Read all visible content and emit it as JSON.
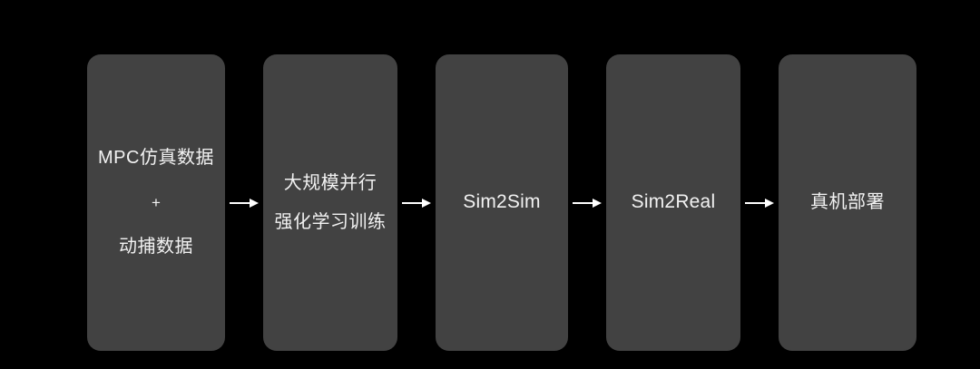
{
  "diagram": {
    "background_color": "#000000",
    "node_color": "#424242",
    "text_color": "#f2f2f2",
    "arrow_color": "#ffffff",
    "type": "horizontal-pipeline-flowchart",
    "nodes": [
      {
        "id": "data-sources",
        "lines": [
          "MPC仿真数据",
          "+",
          "动捕数据"
        ]
      },
      {
        "id": "training",
        "lines": [
          "大规模并行",
          "强化学习训练"
        ]
      },
      {
        "id": "sim2sim",
        "lines": [
          "Sim2Sim"
        ]
      },
      {
        "id": "sim2real",
        "lines": [
          "Sim2Real"
        ]
      },
      {
        "id": "real-deploy",
        "lines": [
          "真机部署"
        ]
      }
    ],
    "arrows": [
      {
        "id": "arrow-1",
        "direction": "right"
      },
      {
        "id": "arrow-2",
        "direction": "right"
      },
      {
        "id": "arrow-3",
        "direction": "right"
      },
      {
        "id": "arrow-4",
        "direction": "right"
      }
    ]
  }
}
